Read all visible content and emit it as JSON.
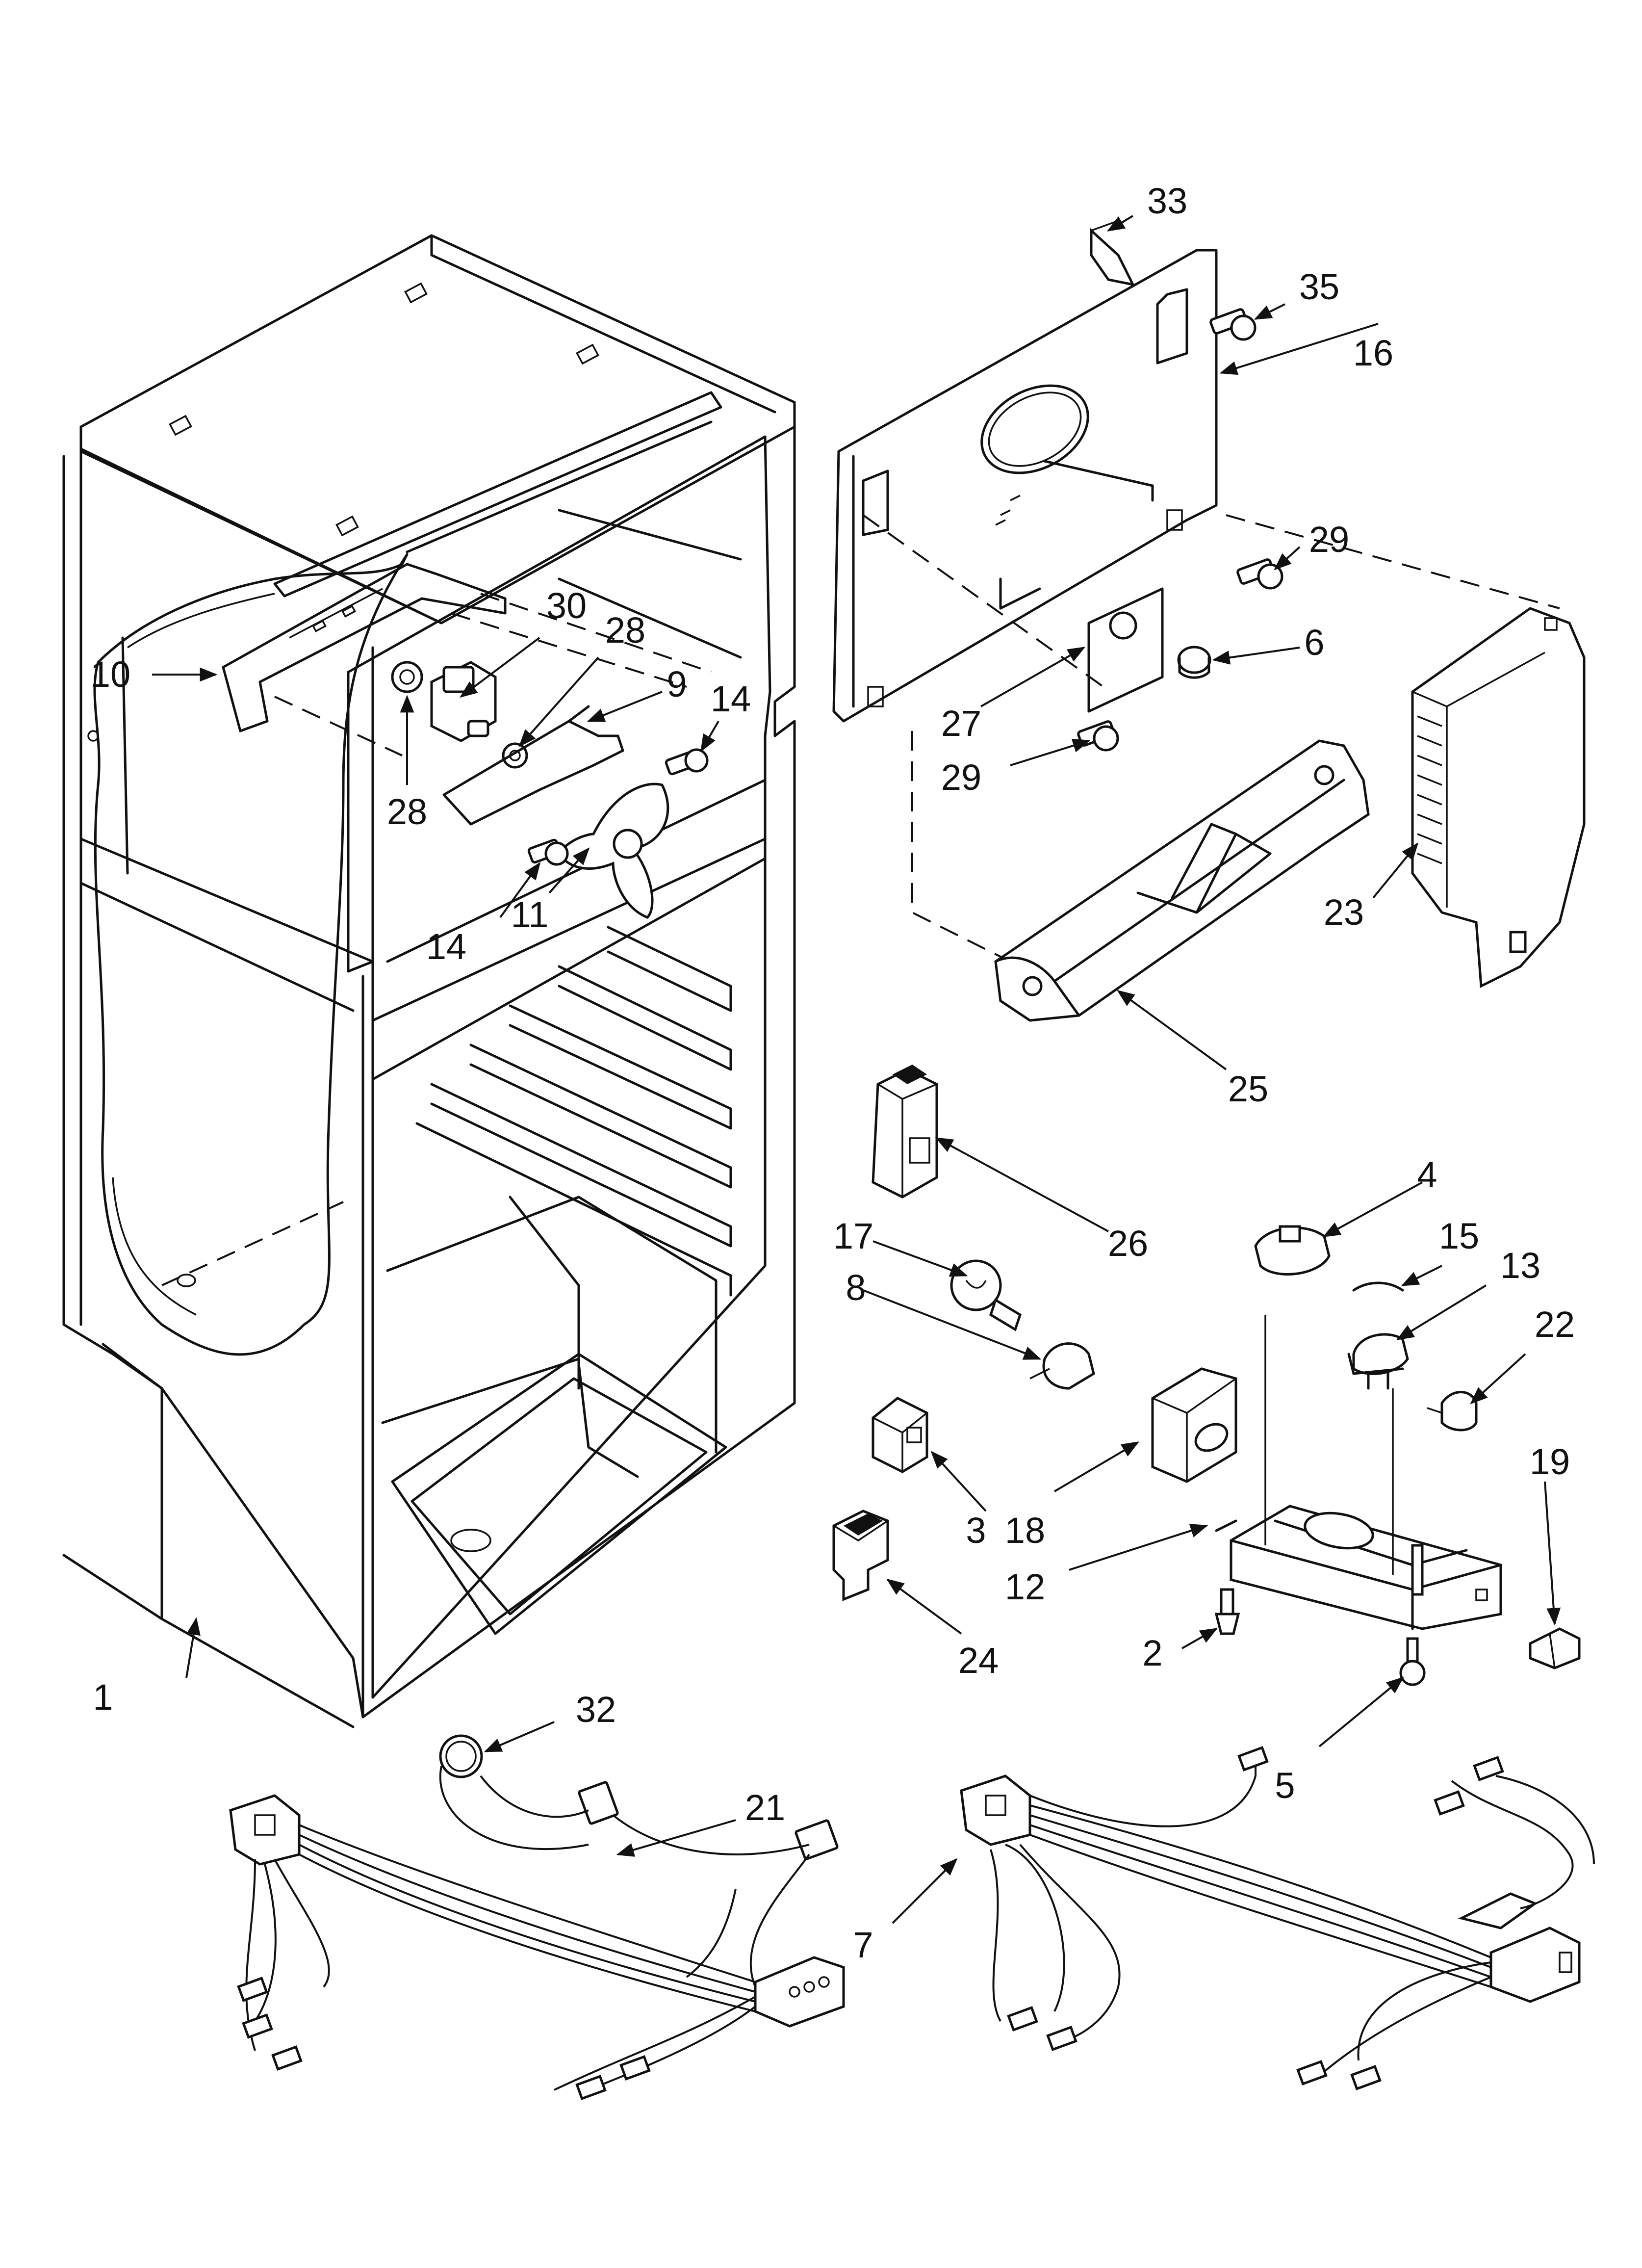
{
  "diagram": {
    "callouts": [
      {
        "key": "c1",
        "text": "1"
      },
      {
        "key": "c2",
        "text": "2"
      },
      {
        "key": "c3",
        "text": "3"
      },
      {
        "key": "c4",
        "text": "4"
      },
      {
        "key": "c5",
        "text": "5"
      },
      {
        "key": "c6",
        "text": "6"
      },
      {
        "key": "c7",
        "text": "7"
      },
      {
        "key": "c8",
        "text": "8"
      },
      {
        "key": "c9",
        "text": "9"
      },
      {
        "key": "c10",
        "text": "10"
      },
      {
        "key": "c11",
        "text": "11"
      },
      {
        "key": "c12",
        "text": "12"
      },
      {
        "key": "c13",
        "text": "13"
      },
      {
        "key": "c14a",
        "text": "14"
      },
      {
        "key": "c14b",
        "text": "14"
      },
      {
        "key": "c15",
        "text": "15"
      },
      {
        "key": "c16",
        "text": "16"
      },
      {
        "key": "c17",
        "text": "17"
      },
      {
        "key": "c18",
        "text": "18"
      },
      {
        "key": "c19",
        "text": "19"
      },
      {
        "key": "c21",
        "text": "21"
      },
      {
        "key": "c22",
        "text": "22"
      },
      {
        "key": "c23",
        "text": "23"
      },
      {
        "key": "c24",
        "text": "24"
      },
      {
        "key": "c25",
        "text": "25"
      },
      {
        "key": "c26",
        "text": "26"
      },
      {
        "key": "c27",
        "text": "27"
      },
      {
        "key": "c28a",
        "text": "28"
      },
      {
        "key": "c28b",
        "text": "28"
      },
      {
        "key": "c29a",
        "text": "29"
      },
      {
        "key": "c29b",
        "text": "29"
      },
      {
        "key": "c30",
        "text": "30"
      },
      {
        "key": "c32",
        "text": "32"
      },
      {
        "key": "c33",
        "text": "33"
      },
      {
        "key": "c35",
        "text": "35"
      }
    ]
  }
}
